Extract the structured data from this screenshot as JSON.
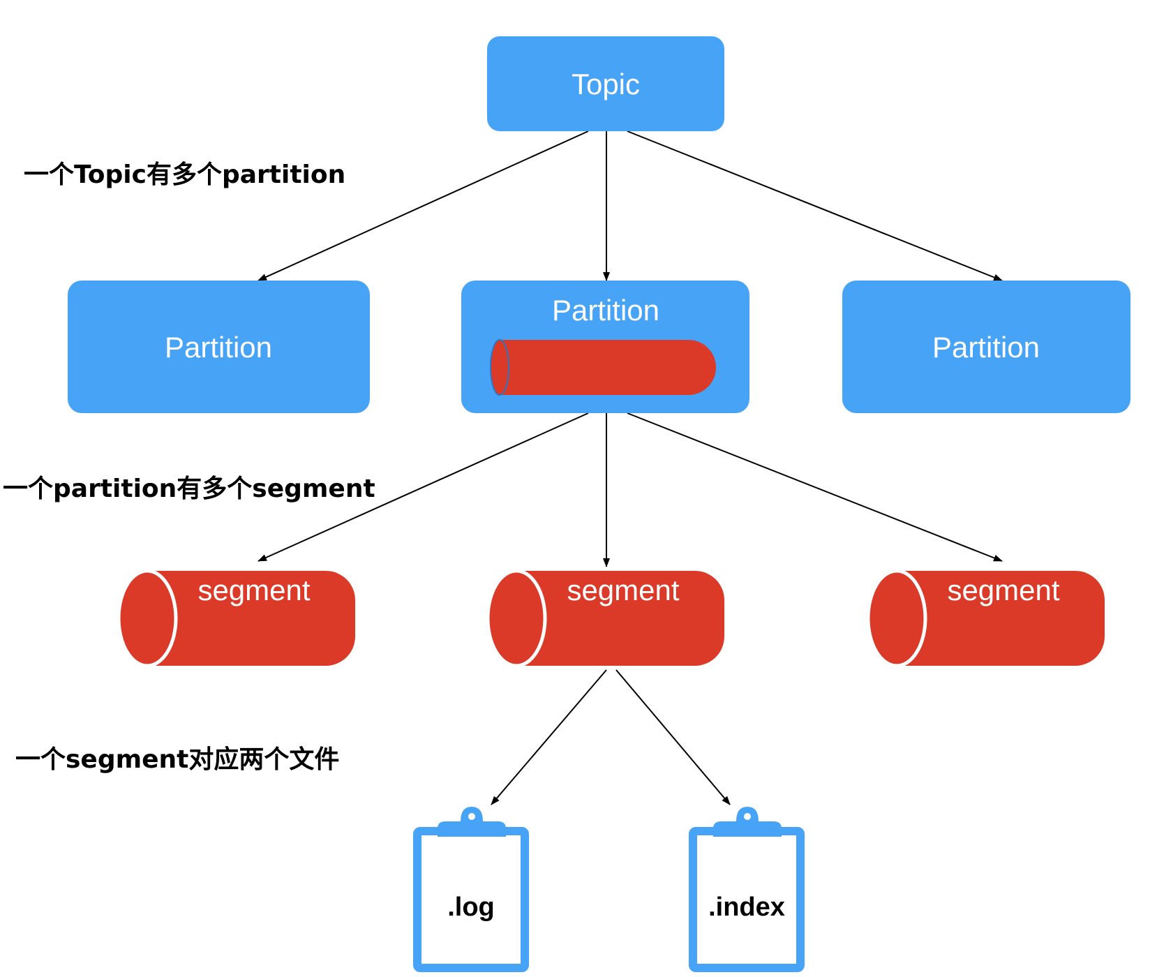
{
  "nodes": {
    "topic": "Topic",
    "partition_left": "Partition",
    "partition_middle": "Partition",
    "partition_right": "Partition",
    "segment_left": "segment",
    "segment_middle": "segment",
    "segment_right": "segment",
    "file_log": ".log",
    "file_index": ".index"
  },
  "annotations": {
    "topic_partitions": "一个Topic有多个partition",
    "partition_segments": "一个partition有多个segment",
    "segment_files": "一个segment对应两个文件"
  },
  "colors": {
    "box_blue": "#47A3F5",
    "cylinder_red": "#DA3A27",
    "line": "#000000",
    "text_on_color": "#ffffff"
  },
  "icons": {
    "partition_storage": "cylinder-icon",
    "segment": "cylinder-icon",
    "file": "clipboard-icon"
  }
}
